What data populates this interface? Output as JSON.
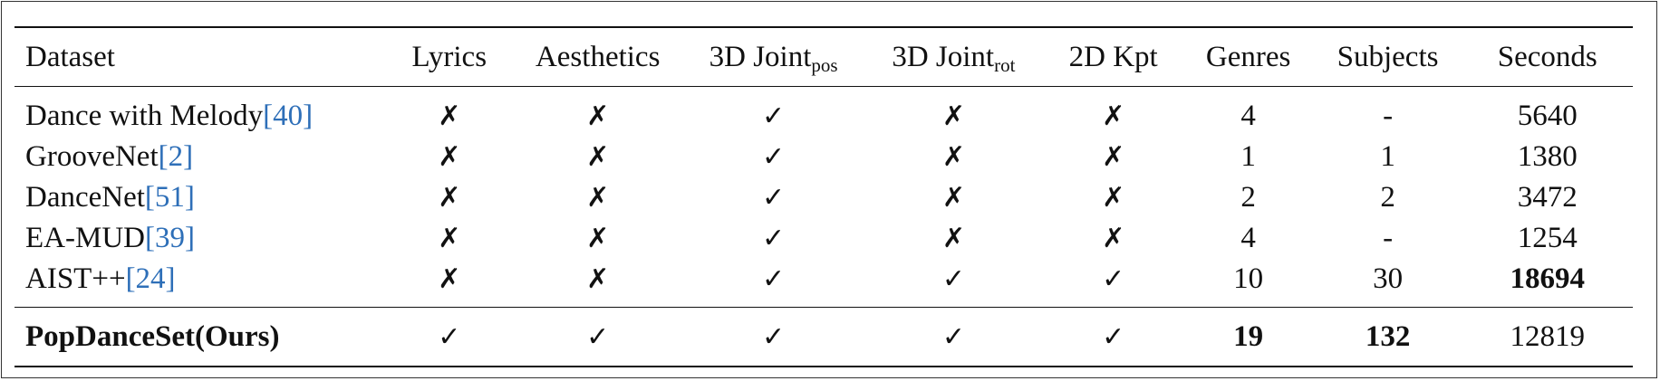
{
  "table": {
    "headers": [
      {
        "text": "Dataset",
        "sub": ""
      },
      {
        "text": "Lyrics",
        "sub": ""
      },
      {
        "text": "Aesthetics",
        "sub": ""
      },
      {
        "text": "3D Joint",
        "sub": "pos"
      },
      {
        "text": "3D Joint",
        "sub": "rot"
      },
      {
        "text": "2D Kpt",
        "sub": ""
      },
      {
        "text": "Genres",
        "sub": ""
      },
      {
        "text": "Subjects",
        "sub": ""
      },
      {
        "text": "Seconds",
        "sub": ""
      }
    ],
    "rows": [
      {
        "name": "Dance with Melody",
        "ref": "[40]",
        "lyrics": "✗",
        "aesthetics": "✗",
        "joint_pos": "✓",
        "joint_rot": "✗",
        "kpt2d": "✗",
        "genres": "4",
        "subjects": "-",
        "seconds": "5640"
      },
      {
        "name": "GrooveNet",
        "ref": "[2]",
        "lyrics": "✗",
        "aesthetics": "✗",
        "joint_pos": "✓",
        "joint_rot": "✗",
        "kpt2d": "✗",
        "genres": "1",
        "subjects": "1",
        "seconds": "1380"
      },
      {
        "name": "DanceNet",
        "ref": "[51]",
        "lyrics": "✗",
        "aesthetics": "✗",
        "joint_pos": "✓",
        "joint_rot": "✗",
        "kpt2d": "✗",
        "genres": "2",
        "subjects": "2",
        "seconds": "3472"
      },
      {
        "name": "EA-MUD",
        "ref": "[39]",
        "lyrics": "✗",
        "aesthetics": "✗",
        "joint_pos": "✓",
        "joint_rot": "✗",
        "kpt2d": "✗",
        "genres": "4",
        "subjects": "-",
        "seconds": "1254"
      },
      {
        "name": "AIST++",
        "ref": "[24]",
        "lyrics": "✗",
        "aesthetics": "✗",
        "joint_pos": "✓",
        "joint_rot": "✓",
        "kpt2d": "✓",
        "genres": "10",
        "subjects": "30",
        "seconds": "18694"
      }
    ],
    "ours": {
      "name": "PopDanceSet",
      "suffix": "(Ours)",
      "lyrics": "✓",
      "aesthetics": "✓",
      "joint_pos": "✓",
      "joint_rot": "✓",
      "kpt2d": "✓",
      "genres": "19",
      "subjects": "132",
      "seconds": "12819"
    },
    "colors": {
      "reference_link": "#2e6fb8",
      "text": "#111111"
    }
  }
}
